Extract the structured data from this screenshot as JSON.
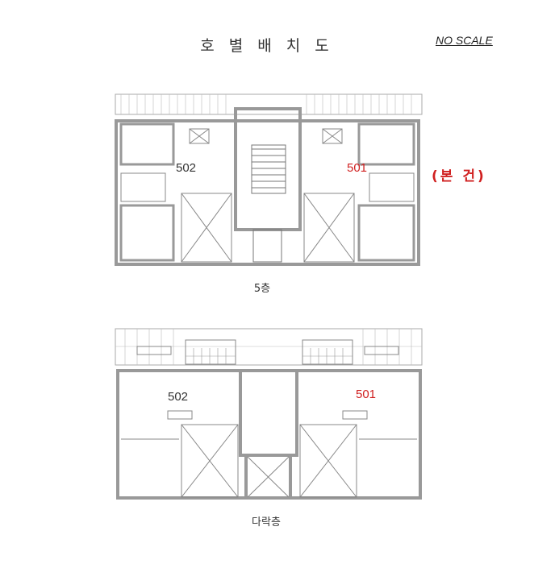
{
  "title": "호 별 배 치 도",
  "scale_note": "NO SCALE",
  "subject_label": "(본 건)",
  "accent_color": "#d02020",
  "plans": [
    {
      "caption": "5층",
      "units": {
        "left": "502",
        "right": "501"
      }
    },
    {
      "caption": "다락층",
      "units": {
        "left": "502",
        "right": "501"
      }
    }
  ]
}
